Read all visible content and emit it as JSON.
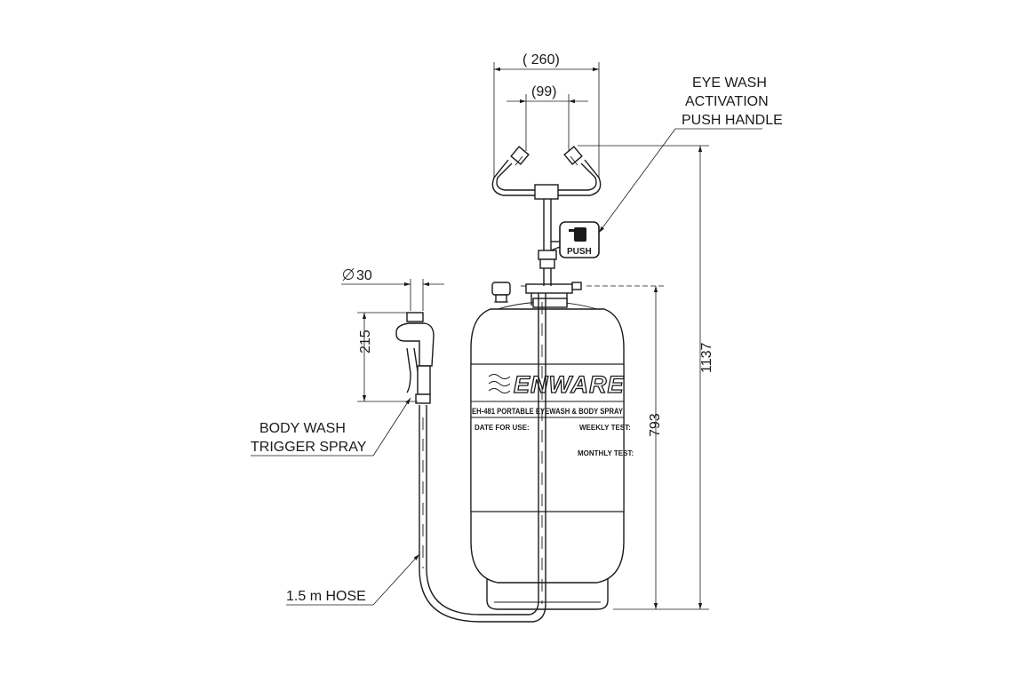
{
  "dimensions": {
    "outer_width": "( 260)",
    "inner_width": "(99)",
    "trigger_diameter": "30",
    "trigger_height": "215",
    "tank_height": "793",
    "overall_height": "1137"
  },
  "callouts": {
    "eye_wash": [
      "EYE WASH",
      "ACTIVATION",
      "PUSH HANDLE"
    ],
    "body_wash": [
      "BODY WASH",
      "TRIGGER SPRAY"
    ],
    "hose": "1.5 m HOSE"
  },
  "tank_label": {
    "brand": "ENWARE",
    "model_line": "EH-481 PORTABLE EYEWASH & BODY SPRAY",
    "field_left": "DATE FOR USE:",
    "weekly": "WEEKLY TEST:",
    "monthly": "MONTHLY TEST:"
  },
  "push_button": "PUSH",
  "icons": {
    "diameter_symbol": "diameter-icon",
    "push_icon": "hand-push-icon",
    "logo_mark": "wave-logo-icon"
  }
}
